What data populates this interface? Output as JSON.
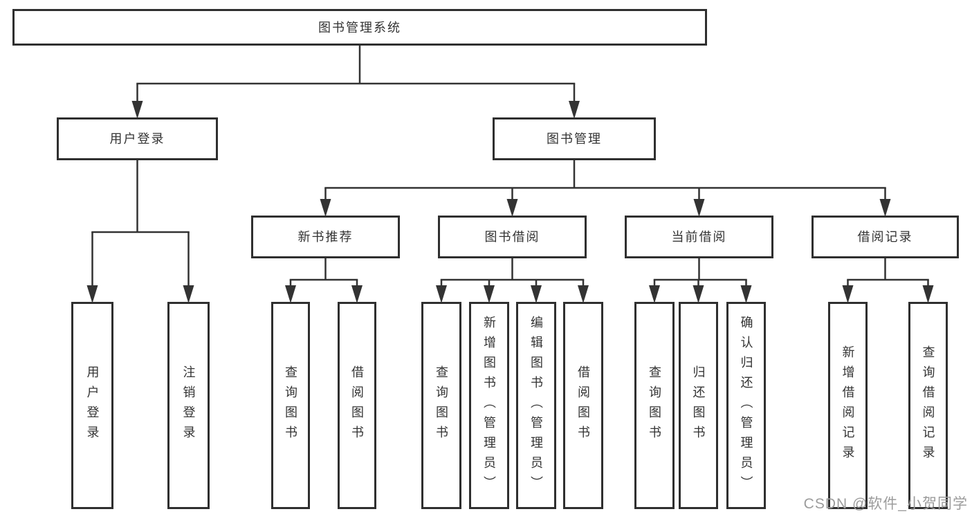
{
  "diagram": {
    "title": "图书管理系统",
    "colors": {
      "line": "#333333",
      "box_border": "#2f2f2f",
      "box_fill": "#ffffff",
      "text": "#333333",
      "watermark": "#9c9c9c"
    },
    "nodes": [
      {
        "id": "root",
        "label": "图书管理系统",
        "level": 1,
        "orientation": "horizontal"
      },
      {
        "id": "login",
        "label": "用户登录",
        "level": 2,
        "orientation": "horizontal"
      },
      {
        "id": "mgmt",
        "label": "图书管理",
        "level": 2,
        "orientation": "horizontal"
      },
      {
        "id": "rec",
        "label": "新书推荐",
        "level": 3,
        "orientation": "horizontal"
      },
      {
        "id": "borrow",
        "label": "图书借阅",
        "level": 3,
        "orientation": "horizontal"
      },
      {
        "id": "current",
        "label": "当前借阅",
        "level": 3,
        "orientation": "horizontal"
      },
      {
        "id": "records",
        "label": "借阅记录",
        "level": 3,
        "orientation": "horizontal"
      },
      {
        "id": "login-1",
        "label": "用户登录",
        "level": 4,
        "orientation": "vertical"
      },
      {
        "id": "login-2",
        "label": "注销登录",
        "level": 4,
        "orientation": "vertical"
      },
      {
        "id": "rec-1",
        "label": "查询图书",
        "level": 4,
        "orientation": "vertical"
      },
      {
        "id": "rec-2",
        "label": "借阅图书",
        "level": 4,
        "orientation": "vertical"
      },
      {
        "id": "borrow-1",
        "label": "查询图书",
        "level": 4,
        "orientation": "vertical"
      },
      {
        "id": "borrow-2",
        "label": "新增图书（管理员）",
        "level": 4,
        "orientation": "vertical"
      },
      {
        "id": "borrow-3",
        "label": "编辑图书（管理员）",
        "level": 4,
        "orientation": "vertical"
      },
      {
        "id": "borrow-4",
        "label": "借阅图书",
        "level": 4,
        "orientation": "vertical"
      },
      {
        "id": "current-1",
        "label": "查询图书",
        "level": 4,
        "orientation": "vertical"
      },
      {
        "id": "current-2",
        "label": "归还图书",
        "level": 4,
        "orientation": "vertical"
      },
      {
        "id": "current-3",
        "label": "确认归还（管理员）",
        "level": 4,
        "orientation": "vertical"
      },
      {
        "id": "records-1",
        "label": "新增借阅记录",
        "level": 4,
        "orientation": "vertical"
      },
      {
        "id": "records-2",
        "label": "查询借阅记录",
        "level": 4,
        "orientation": "vertical"
      }
    ],
    "edges": [
      {
        "from": "root",
        "to": [
          "login",
          "mgmt"
        ]
      },
      {
        "from": "login",
        "to": [
          "login-1",
          "login-2"
        ]
      },
      {
        "from": "mgmt",
        "to": [
          "rec",
          "borrow",
          "current",
          "records"
        ]
      },
      {
        "from": "rec",
        "to": [
          "rec-1",
          "rec-2"
        ]
      },
      {
        "from": "borrow",
        "to": [
          "borrow-1",
          "borrow-2",
          "borrow-3",
          "borrow-4"
        ]
      },
      {
        "from": "current",
        "to": [
          "current-1",
          "current-2",
          "current-3"
        ]
      },
      {
        "from": "records",
        "to": [
          "records-1",
          "records-2"
        ]
      }
    ]
  },
  "watermark": {
    "text": "CSDN @软件_小贺同学"
  }
}
